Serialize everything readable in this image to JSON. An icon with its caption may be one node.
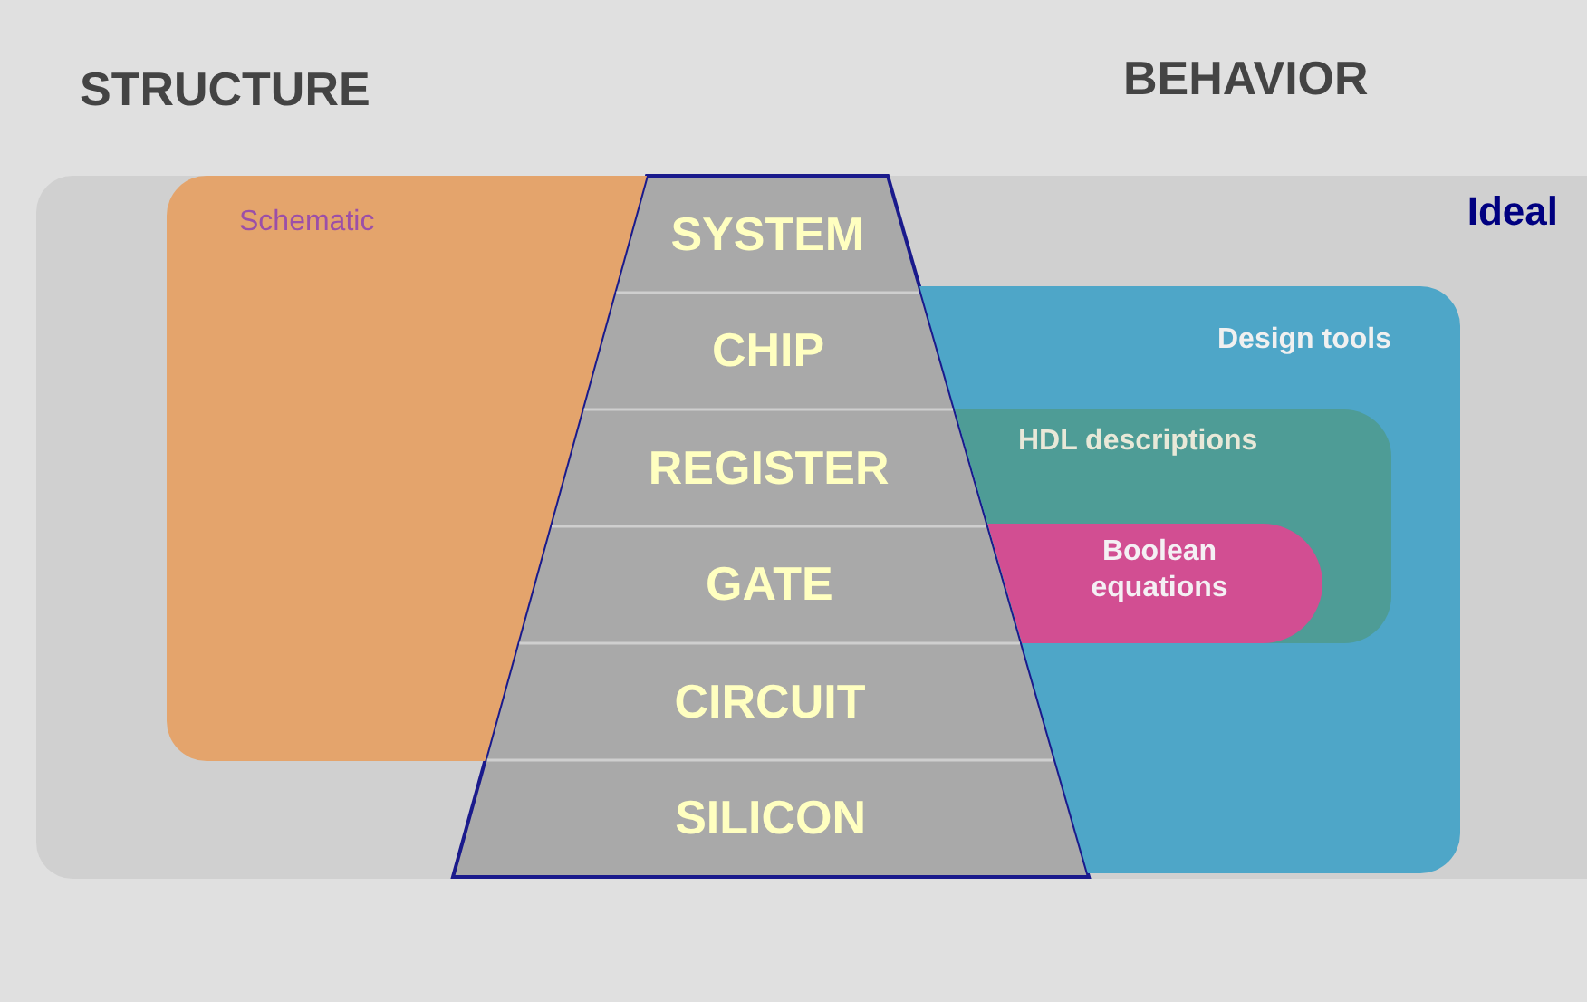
{
  "diagram": {
    "nodes": [
      {
        "text": [
          "Ideal"
        ]
      },
      {
        "text": [
          "Schematic"
        ],
        "in": 0
      },
      {
        "text": [
          "Design tools"
        ],
        "in": 0
      },
      {
        "text": [
          "HDL descriptions"
        ],
        "in": 2
      },
      {
        "text": [
          "Boolean equations"
        ],
        "in": 3
      },
      {
        "text": [],
        "shape": "trapezoid",
        "in": 0
      },
      {
        "text": [
          "SYSTEM"
        ],
        "in": 5
      },
      {
        "text": [
          "CHIP"
        ],
        "in": 5
      },
      {
        "text": [
          "REGISTER"
        ],
        "in": 5
      },
      {
        "text": [
          "GATE"
        ],
        "in": 5
      },
      {
        "text": [
          "CIRCUIT"
        ],
        "in": 5
      },
      {
        "text": [
          "SILICON"
        ],
        "in": 5
      }
    ],
    "labels": [
      "STRUCTURE",
      "BEHAVIOR"
    ]
  }
}
